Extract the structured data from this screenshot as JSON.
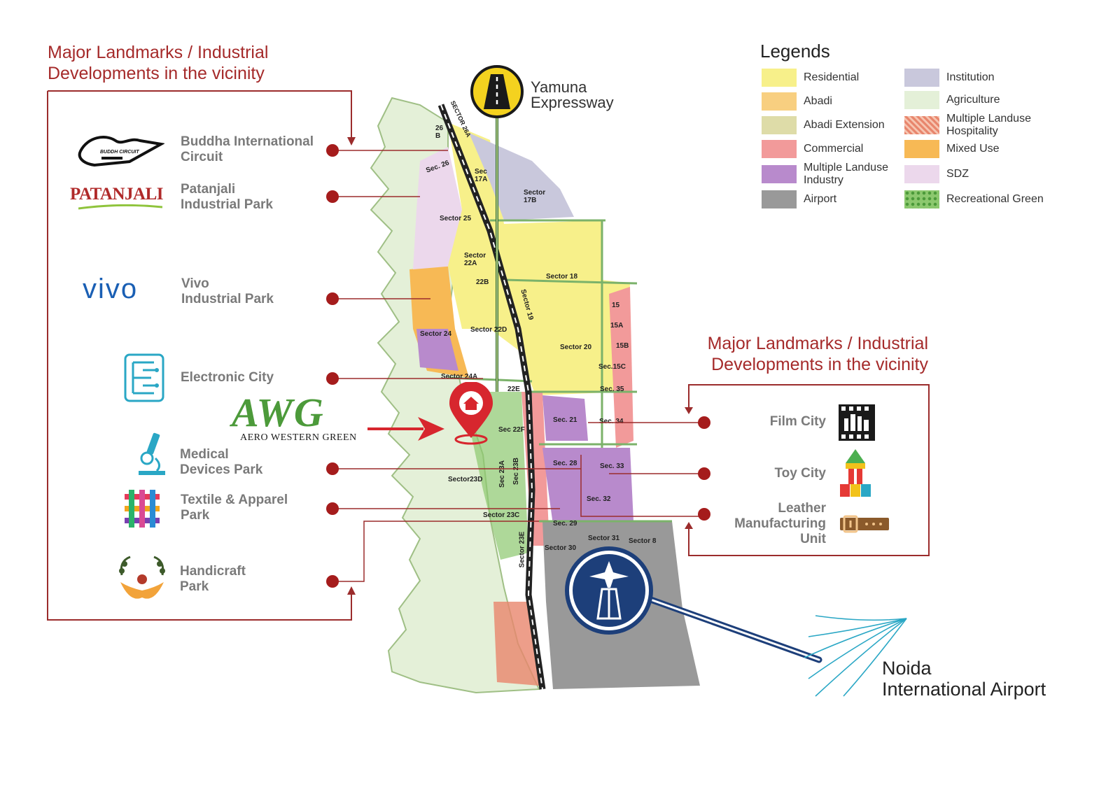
{
  "left_panel": {
    "heading_line1": "Major Landmarks / Industrial",
    "heading_line2": "Developments in the vicinity",
    "items": [
      {
        "id": "buddha",
        "label_line1": "Buddha International",
        "label_line2": "Circuit",
        "logo_text": "BUDDH CIRCUIT",
        "icon": "race-circuit-icon"
      },
      {
        "id": "patanjali",
        "label_line1": "Patanjali",
        "label_line2": "Industrial Park",
        "logo_text": "PATANJALI",
        "icon": "patanjali-logo"
      },
      {
        "id": "vivo",
        "label_line1": "Vivo",
        "label_line2": "Industrial Park",
        "logo_text": "vivo",
        "icon": "vivo-logo"
      },
      {
        "id": "electronic",
        "label_line1": "Electronic City",
        "label_line2": "",
        "icon": "circuit-e-icon"
      },
      {
        "id": "medical",
        "label_line1": "Medical",
        "label_line2": "Devices Park",
        "icon": "microscope-icon"
      },
      {
        "id": "textile",
        "label_line1": "Textile & Apparel",
        "label_line2": "Park",
        "icon": "woven-fabric-icon"
      },
      {
        "id": "handicraft",
        "label_line1": "Handicraft",
        "label_line2": "Park",
        "icon": "hands-wreath-icon"
      }
    ]
  },
  "right_panel": {
    "heading_line1": "Major Landmarks / Industrial",
    "heading_line2": "Developments in the vicinity",
    "items": [
      {
        "id": "film",
        "label_line1": "Film City",
        "icon": "film-city-icon"
      },
      {
        "id": "toy",
        "label_line1": "Toy City",
        "icon": "toy-blocks-icon"
      },
      {
        "id": "leather",
        "label_line1": "Leather",
        "label_line2": "Manufacturing",
        "label_line3": "Unit",
        "icon": "leather-belt-icon"
      }
    ]
  },
  "legend": {
    "title": "Legends",
    "items": [
      {
        "label": "Residential",
        "color": "#f7f08a"
      },
      {
        "label": "Institution",
        "color": "#c9c8dc"
      },
      {
        "label": "Abadi",
        "color": "#f8cf80"
      },
      {
        "label": "Agriculture",
        "color": "#e4f0d8"
      },
      {
        "label": "Abadi Extension",
        "color": "#dedca8"
      },
      {
        "label": "Multiple Landuse Hospitality",
        "color": "#e8866d",
        "label_line1": "Multiple Landuse",
        "label_line2": "Hospitality"
      },
      {
        "label": "Commercial",
        "color": "#f29a9a"
      },
      {
        "label": "Mixed Use",
        "color": "#f7b955"
      },
      {
        "label": "Multiple Landuse Industry",
        "color": "#b88acc",
        "label_line1": "Multiple Landuse",
        "label_line2": "Industry"
      },
      {
        "label": "SDZ",
        "color": "#ecd8ec"
      },
      {
        "label": "Airport",
        "color": "#999999"
      },
      {
        "label": "Recreational Green",
        "color": "#8cc86e"
      }
    ]
  },
  "expressway": {
    "line1": "Yamuna",
    "line2": "Expressway",
    "icon": "road-icon"
  },
  "project": {
    "name": "AWG",
    "subtitle": "AERO WESTERN GREEN",
    "icon": "home-location-pin-icon"
  },
  "airport": {
    "line1": "Noida",
    "line2": "International Airport",
    "icon": "airport-tower-icon"
  },
  "sectors": [
    "Sec. 26",
    "26 B",
    "SECTOR 26A",
    "Sec 17A",
    "Sector 17B",
    "Sector 25",
    "Sector 22A",
    "22B",
    "Sector 18",
    "Sector 19",
    "15",
    "15A",
    "Sector 24",
    "Sector 22D",
    "Sector 20",
    "15B",
    "Sec.15C",
    "Sector 24A",
    "22E",
    "Sec. 35",
    "Sec 22F",
    "Sec. 21",
    "Sec. 34",
    "Sec. 28",
    "Sec. 33",
    "Sector23D",
    "Sec 23A",
    "Sec 23B",
    "Sec. 32",
    "Sector 23C",
    "Sec. 29",
    "Sector 31",
    "Sector 8",
    "Sector 30",
    "Sector 23E"
  ],
  "colors": {
    "heading": "#a52a2a",
    "connector": "#9b2c2c",
    "dot": "#a51c1c",
    "airport_blue": "#1d3f7a",
    "road_yellow": "#f4d21f"
  }
}
